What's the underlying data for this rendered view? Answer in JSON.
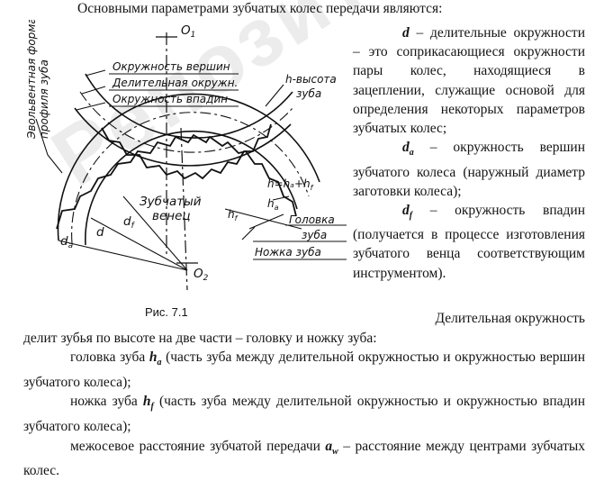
{
  "intro": "Основными параметрами зубчатых колес передачи являются:",
  "right_column": {
    "d_symbol": "d",
    "d_text": " – делительные окружности – это соприкасающиеся окружности пары колес, находящиеся в зацеплении, служащие основой для определения некоторых параметров зубчатых колес;",
    "da_symbol": "d",
    "da_sub": "a",
    "da_text": " – окружность вершин зубчатого колеса (наружный диаметр заготовки колеса);",
    "df_symbol": "d",
    "df_sub": "f",
    "df_text": " – окружность впадин (получается в процессе изготовления зубчатого венца соответствующим инструментом)."
  },
  "figure": {
    "caption": "Рис. 7.1",
    "labels": {
      "o1": "O",
      "o1_sub": "1",
      "o2": "O",
      "o2_sub": "2",
      "tip_circle": "Окружность вершин",
      "pitch_circle": "Делительная окружн.",
      "root_circle": "Окружность впадин",
      "involute": "Эвольвентная форма",
      "involute2": "профиля зуба",
      "tooth_height1": "h-высота",
      "tooth_height2": "зуба",
      "h_formula": "h=hₐ+h",
      "h_formula_sub": "f",
      "ha": "h",
      "ha_sub": "a",
      "hf": "h",
      "hf_sub": "f",
      "ring1": "Зубчатый",
      "ring2": "венец",
      "head1": "Головка",
      "head2": "зуба",
      "foot": "Ножка зуба",
      "da": "d",
      "da_sub": "a",
      "d": "d",
      "df": "d",
      "df_sub": "f"
    }
  },
  "body": {
    "line1": "Делительная окружность",
    "line2": "делит зубья по высоте на две части – головку и ножку зуба:",
    "ha_intro": "головка зуба ",
    "ha_symbol": "h",
    "ha_sub": "a",
    "ha_text": " (часть зуба между делительной окружностью и окружностью вершин зубчатого колеса);",
    "hf_intro": "ножка зуба ",
    "hf_symbol": "h",
    "hf_sub": "f",
    "hf_text": " (часть зуба между делительной окружностью и окружностью впадин зубчатого колеса);",
    "aw_intro": "межосевое расстояние зубчатой передачи ",
    "aw_symbol": "a",
    "aw_sub": "w",
    "aw_text": " – расстояние между центрами зубчатых колес."
  },
  "watermark": "Репозиторий БНТУ"
}
